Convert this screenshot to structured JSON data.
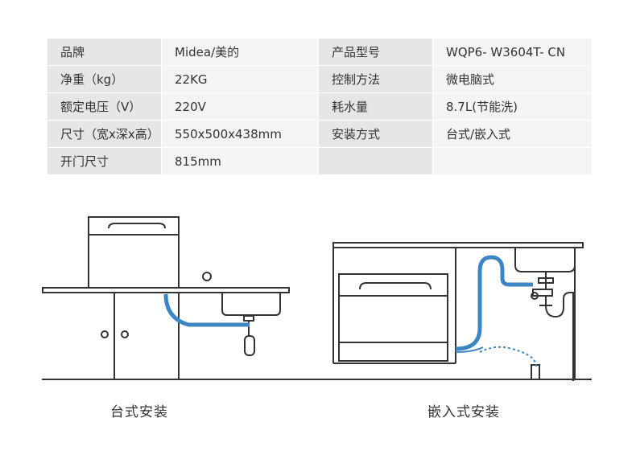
{
  "specs": [
    {
      "label": "品牌",
      "value": "Midea/美的",
      "label2": "产品型号",
      "value2": "WQP6- W3604T- CN"
    },
    {
      "label": "净重（kg）",
      "value": "22KG",
      "label2": "控制方法",
      "value2": "微电脑式"
    },
    {
      "label": "额定电压（V）",
      "value": "220V",
      "label2": "耗水量",
      "value2": "8.7L(节能洗)"
    },
    {
      "label": "尺寸（宽x深x高）",
      "value": "550x500x438mm",
      "label2": "安装方式",
      "value2": "台式/嵌入式"
    },
    {
      "label": "开门尺寸",
      "value": "815mm",
      "label2": "",
      "value2": ""
    }
  ],
  "captions": {
    "countertop": "台式安装",
    "builtin": "嵌入式安装"
  },
  "colors": {
    "pipe_blue": "#3d86c6",
    "line_dark": "#333333"
  }
}
